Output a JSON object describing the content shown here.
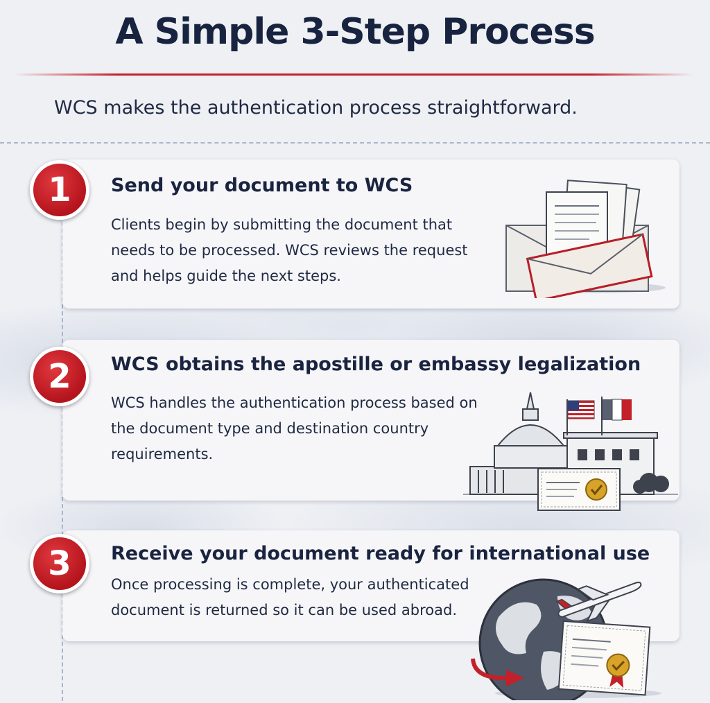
{
  "header": {
    "title": "A Simple 3-Step Process",
    "subtitle": "WCS makes the authentication process straightforward."
  },
  "colors": {
    "accent_red": "#c4202a",
    "navy_text": "#17233f",
    "card_bg": "#f6f6f8"
  },
  "steps": [
    {
      "number": "1",
      "title": "Send your document to WCS",
      "body": "Clients begin by submitting the document that needs to be processed. WCS reviews the request and helps guide the next steps.",
      "illustration": "documents-envelope-icon"
    },
    {
      "number": "2",
      "title": "WCS obtains the apostille or embassy legalization",
      "body": "WCS handles the authentication process based on the document type and destination country requirements.",
      "illustration": "capitol-embassy-certificate-icon"
    },
    {
      "number": "3",
      "title": "Receive your document ready for international use",
      "body": "Once processing is complete, your authenticated document is returned so it can be used abroad.",
      "illustration": "globe-airplane-certificate-icon"
    }
  ]
}
